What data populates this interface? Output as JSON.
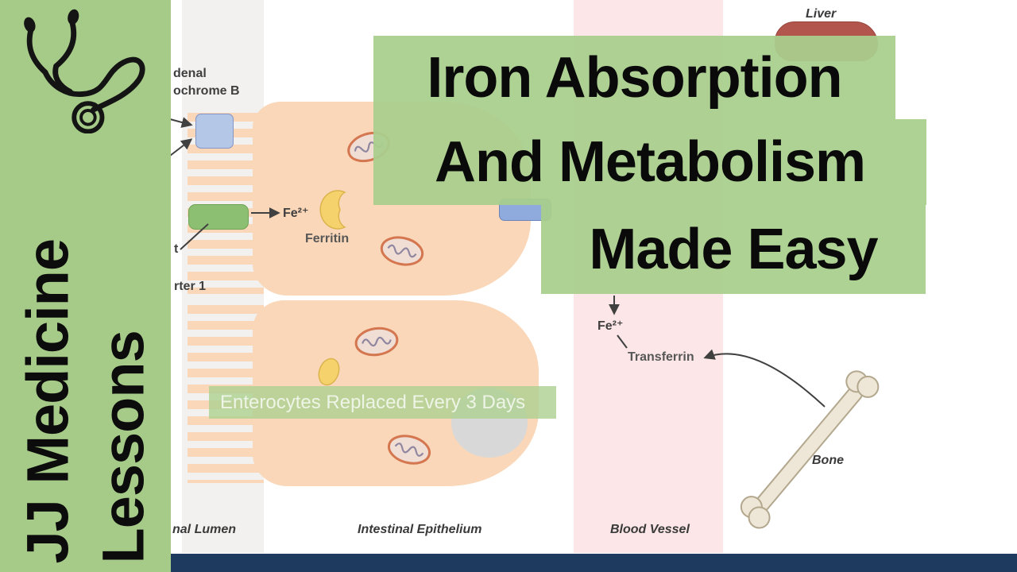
{
  "branding": {
    "channel_line1": "JJ Medicine",
    "channel_line2": "Lessons"
  },
  "title": {
    "line1": "Iron Absorption",
    "line2": "And Metabolism",
    "line3": "Made Easy"
  },
  "banner": {
    "text": "Enterocytes Replaced Every 3 Days"
  },
  "labels": {
    "duodenal_cut1": "denal",
    "duodenal_cut2": "ochrome B",
    "transporter_cut1": "t",
    "transporter_cut2": "rter 1",
    "fe2_cell": "Fe²⁺",
    "ferritin": "Ferritin",
    "lumen_cut": "nal Lumen",
    "epithelium": "Intestinal Epithelium",
    "blood_vessel": "Blood Vessel",
    "fe2_blood": "Fe²⁺",
    "transferrin": "Transferrin",
    "liver": "Liver",
    "bone": "Bone"
  },
  "icons": {
    "stethoscope": "stethoscope-icon",
    "mitochondrion": "mitochondrion-icon",
    "ferritin_protein": "ferritin-protein-icon",
    "bone": "femur-bone-icon",
    "liver": "liver-icon"
  },
  "colors": {
    "brand_green": "#a6ca87",
    "title_box_green": "#a9ce8d",
    "cell_peach": "#f9d7b8",
    "lumen_gray": "#f2f1ef",
    "vessel_pink": "#fce6e7",
    "dmt1_green": "#8cbf72",
    "cytochrome_blue": "#b4c7e7",
    "ferroportin_blue": "#8faadc",
    "ferritin_yellow": "#f6d26d",
    "mitochondria_orange": "#d4764f",
    "navy_bar": "#1f3a5f",
    "liver_red": "#b2564d",
    "text_dark": "#3f3f3f"
  }
}
